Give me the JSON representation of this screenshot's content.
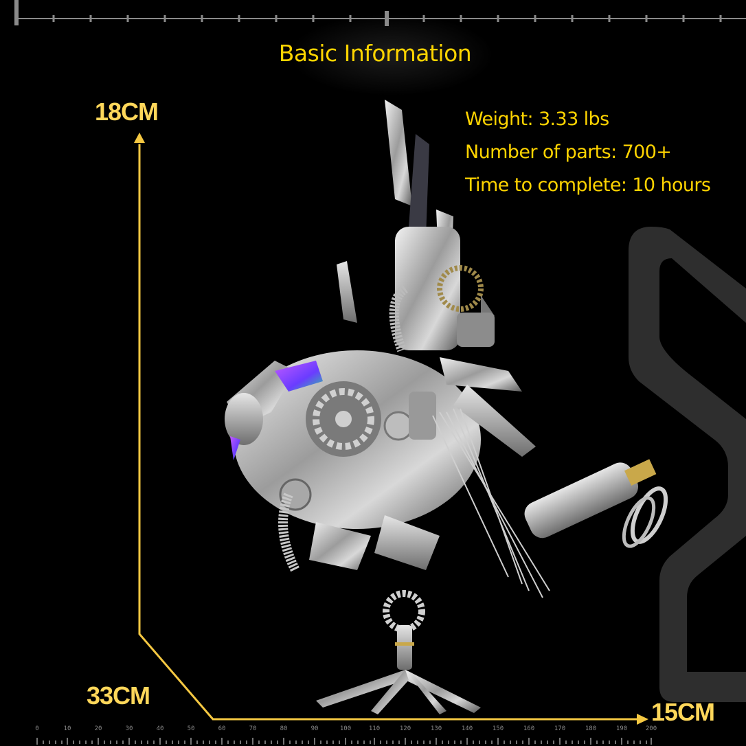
{
  "header": {
    "title": "Basic Information"
  },
  "specs": [
    {
      "label": "Weight",
      "value": "3.33 lbs",
      "text": "Weight: 3.33 lbs"
    },
    {
      "label": "Number of parts",
      "value": "700+",
      "text": "Number of parts: 700+"
    },
    {
      "label": "Time to complete",
      "value": "10 hours",
      "text": "Time to complete: 10 hours"
    }
  ],
  "dimensions": {
    "height": "18CM",
    "length": "33CM",
    "width": "15CM"
  },
  "bottom_ruler": {
    "labels": [
      "0",
      "10",
      "20",
      "30",
      "40",
      "50",
      "60",
      "70",
      "80",
      "90",
      "100",
      "110",
      "120",
      "130",
      "140",
      "150",
      "160",
      "170",
      "180",
      "190",
      "200"
    ]
  },
  "product": {
    "name": "mechanical-bird-model",
    "icon": "steampunk-bird-sculpture"
  },
  "colors": {
    "background": "#000000",
    "accent_yellow": "#ffd400",
    "dimension_yellow": "#ffd75a",
    "arrow_yellow": "#f5c842",
    "ruler_gray": "#8a8a8a",
    "decor_gray": "#2e2e2e"
  }
}
